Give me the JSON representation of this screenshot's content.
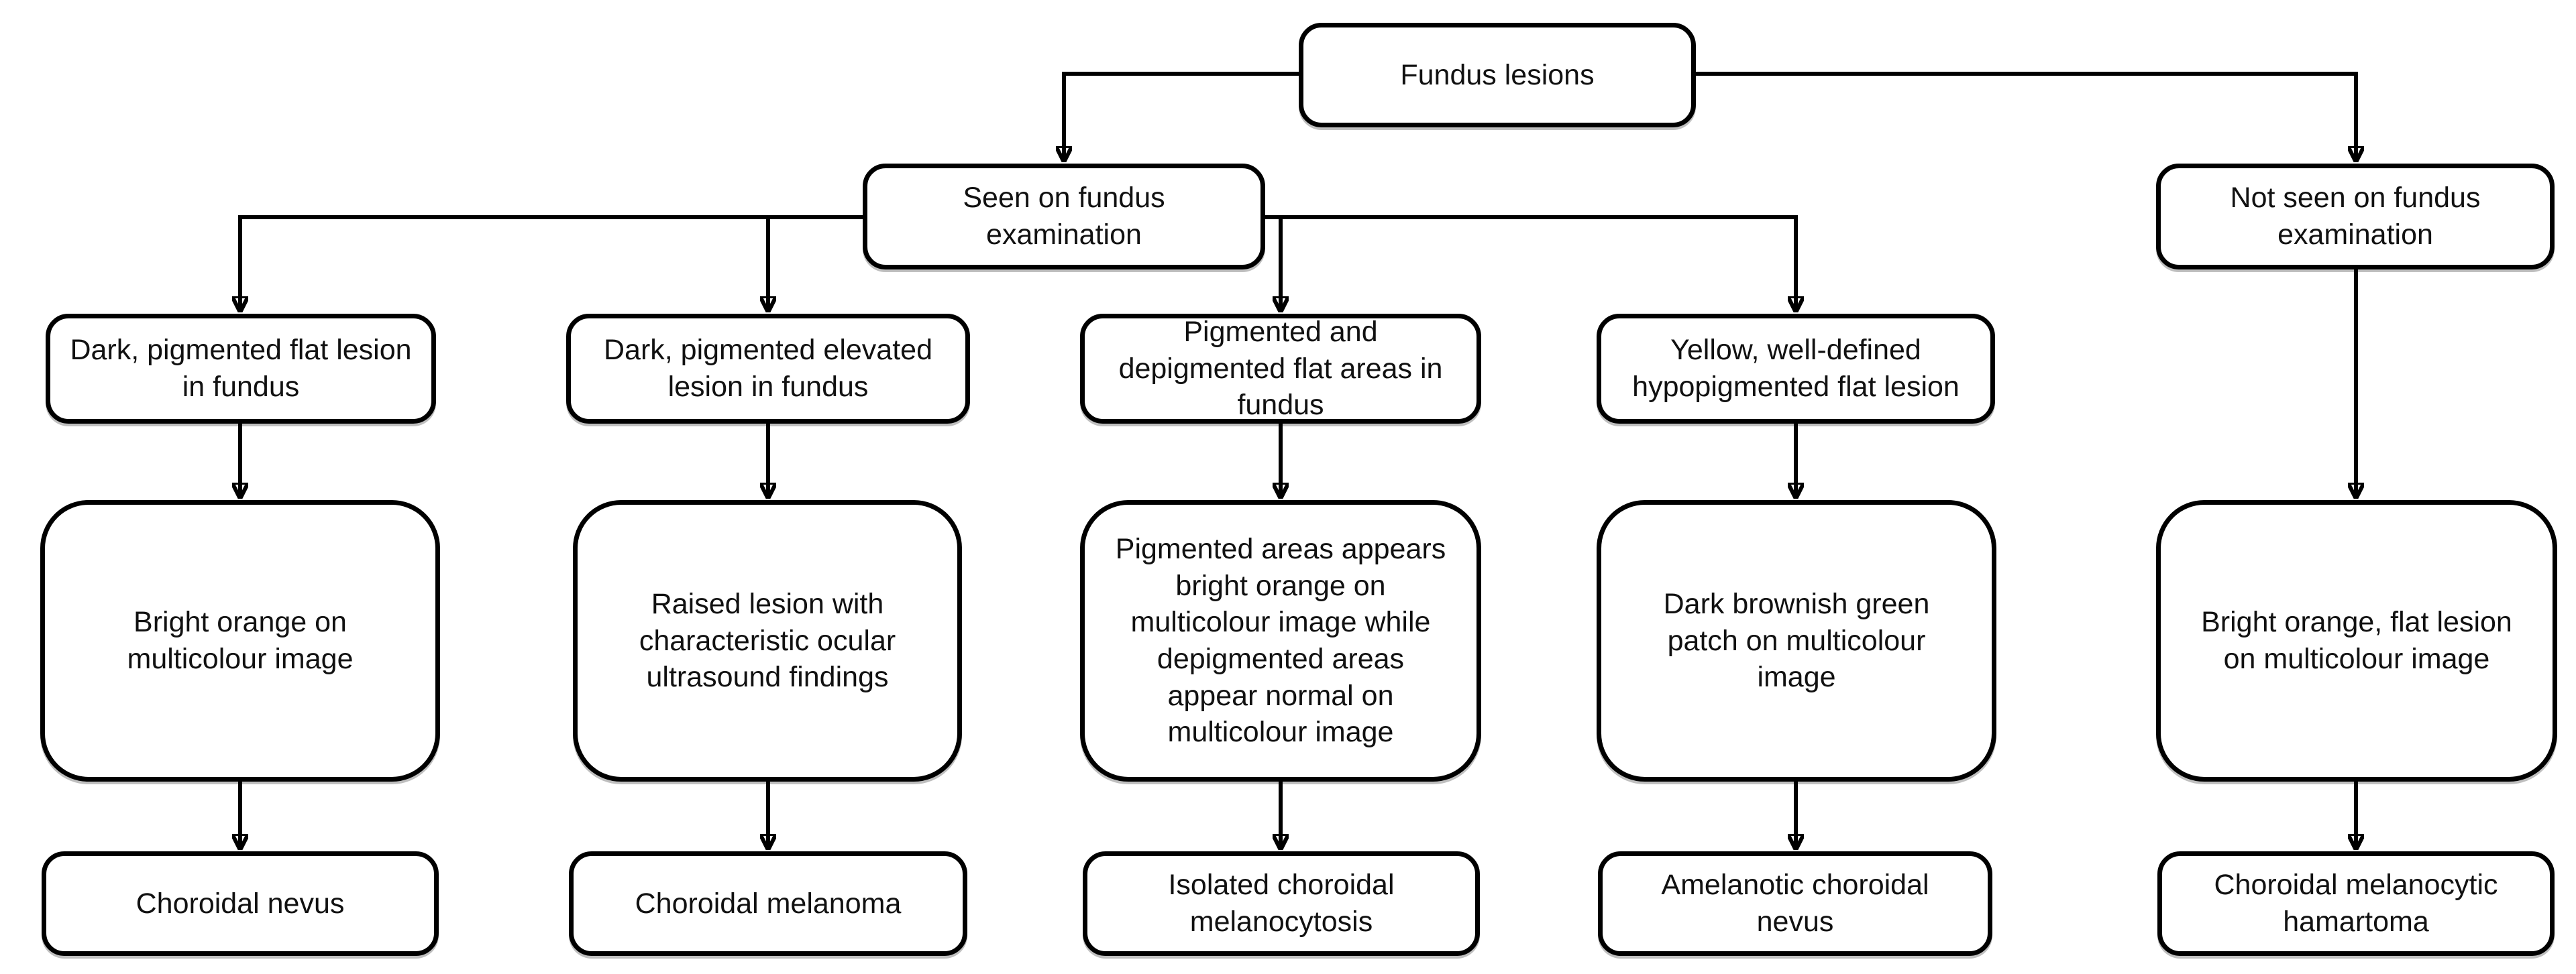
{
  "colors": {
    "background": "#ffffff",
    "box_fill": "#ffffff",
    "box_border": "#000000",
    "line": "#000000",
    "text": "#111111"
  },
  "nodes": {
    "root": {
      "label": "Fundus lesions"
    },
    "seen": {
      "label": "Seen on fundus\nexamination"
    },
    "not_seen": {
      "label": "Not seen on fundus\nexamination"
    },
    "findings": [
      {
        "label": "Dark, pigmented flat lesion\nin fundus"
      },
      {
        "label": "Dark, pigmented elevated\nlesion in fundus"
      },
      {
        "label": "Pigmented and\ndepigmented flat areas in\nfundus"
      },
      {
        "label": "Yellow, well-defined\nhypopigmented flat lesion"
      }
    ],
    "imaging": [
      {
        "label": "Bright orange on\nmulticolour image"
      },
      {
        "label": "Raised lesion with\ncharacteristic ocular\nultrasound findings"
      },
      {
        "label": "Pigmented areas appears\nbright orange on\nmulticolour image while\ndepigmented areas\nappear normal on\nmulticolour image"
      },
      {
        "label": "Dark brownish green\npatch on multicolour\nimage"
      },
      {
        "label": "Bright orange, flat lesion\non multicolour image"
      }
    ],
    "diagnoses": [
      {
        "label": "Choroidal nevus"
      },
      {
        "label": "Choroidal melanoma"
      },
      {
        "label": "Isolated choroidal\nmelanocytosis"
      },
      {
        "label": "Amelanotic choroidal\nnevus"
      },
      {
        "label": "Choroidal melanocytic\nhamartoma"
      }
    ]
  },
  "edges": [
    {
      "from": "root",
      "to": "seen"
    },
    {
      "from": "root",
      "to": "not_seen"
    },
    {
      "from": "seen",
      "to": "findings.0"
    },
    {
      "from": "seen",
      "to": "findings.1"
    },
    {
      "from": "seen",
      "to": "findings.2"
    },
    {
      "from": "seen",
      "to": "findings.3"
    },
    {
      "from": "not_seen",
      "to": "imaging.4"
    },
    {
      "from": "findings.0",
      "to": "imaging.0"
    },
    {
      "from": "findings.1",
      "to": "imaging.1"
    },
    {
      "from": "findings.2",
      "to": "imaging.2"
    },
    {
      "from": "findings.3",
      "to": "imaging.3"
    },
    {
      "from": "imaging.0",
      "to": "diagnoses.0"
    },
    {
      "from": "imaging.1",
      "to": "diagnoses.1"
    },
    {
      "from": "imaging.2",
      "to": "diagnoses.2"
    },
    {
      "from": "imaging.3",
      "to": "diagnoses.3"
    },
    {
      "from": "imaging.4",
      "to": "diagnoses.4"
    }
  ]
}
